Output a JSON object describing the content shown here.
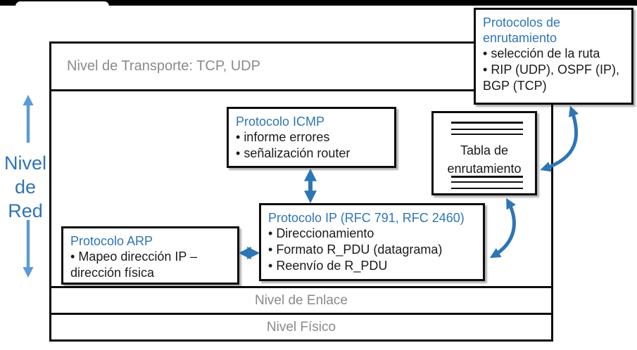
{
  "colors": {
    "title_blue": "#2E75B6",
    "arrow_blue": "#2E75B6",
    "side_arrow_blue": "#5B9BD5",
    "gray_text": "#8A8A8A",
    "border_black": "#0D0D0D"
  },
  "side_label": {
    "text": "Nivel de Red"
  },
  "frame": {
    "transport_label": "Nivel de Transporte: TCP, UDP",
    "link_label": "Nivel de Enlace",
    "physical_label": "Nivel Físico"
  },
  "boxes": {
    "icmp": {
      "title": "Protocolo ICMP",
      "bullets": [
        "informe errores",
        "señalización router"
      ]
    },
    "routing": {
      "title": "Protocolos de enrutamiento",
      "bullets": [
        "selección de la ruta",
        "RIP (UDP), OSPF (IP), BGP (TCP)"
      ]
    },
    "routing_table": {
      "label": "Tabla de enrutamiento",
      "icon": "ruled-lines-icon"
    },
    "ip": {
      "title": "Protocolo IP (RFC 791, RFC 2460)",
      "bullets": [
        "Direccionamiento",
        "Formato R_PDU (datagrama)",
        "Reenvío de R_PDU"
      ]
    },
    "arp": {
      "title": "Protocolo ARP",
      "bullets": [
        "Mapeo dirección IP – dirección física"
      ]
    }
  }
}
